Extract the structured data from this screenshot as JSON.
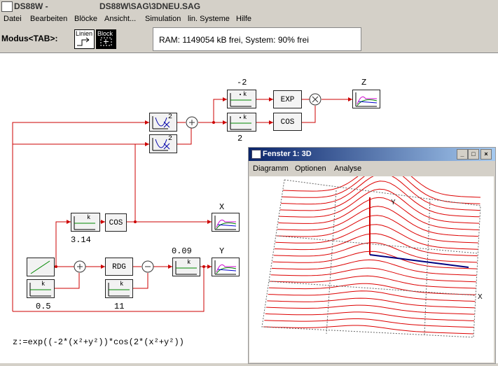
{
  "title": {
    "app": "DS88W -",
    "path": "DS88W\\SAG\\3DNEU.SAG"
  },
  "menu": [
    "Datei",
    "Bearbeiten",
    "Blöcke",
    "Ansicht...",
    "Simulation",
    "lin. Systeme",
    "Hilfe"
  ],
  "mode": {
    "label": "Modus<TAB>:",
    "linien": "Linien",
    "block": "Block"
  },
  "status": "RAM: 1149054 kB frei, System: 90% frei",
  "blocks": {
    "neg2": "-2",
    "two": "2",
    "exp": "EXP",
    "cos_top": "COS",
    "cos_mid": "COS",
    "rdg": "RDG",
    "z": "Z",
    "x": "X",
    "y": "Y",
    "pi": "3.14",
    "k009": "0.09",
    "k05": "0.5",
    "k11": "11",
    "sq": "2",
    "kexp": "k"
  },
  "formula": "z:=exp((-2*(x²+y²))*cos(2*(x²+y²))",
  "window": {
    "title": "Fenster 1: 3D",
    "menu": [
      "Diagramm",
      "Optionen",
      "Analyse"
    ],
    "axis_y": "Y",
    "axis_x": "X",
    "controls": [
      "_",
      "□",
      "×"
    ]
  },
  "colors": {
    "wire": "#cc0000",
    "curve": "#dd0000",
    "axis_y": "#cc0000",
    "axis_x": "#000080"
  }
}
